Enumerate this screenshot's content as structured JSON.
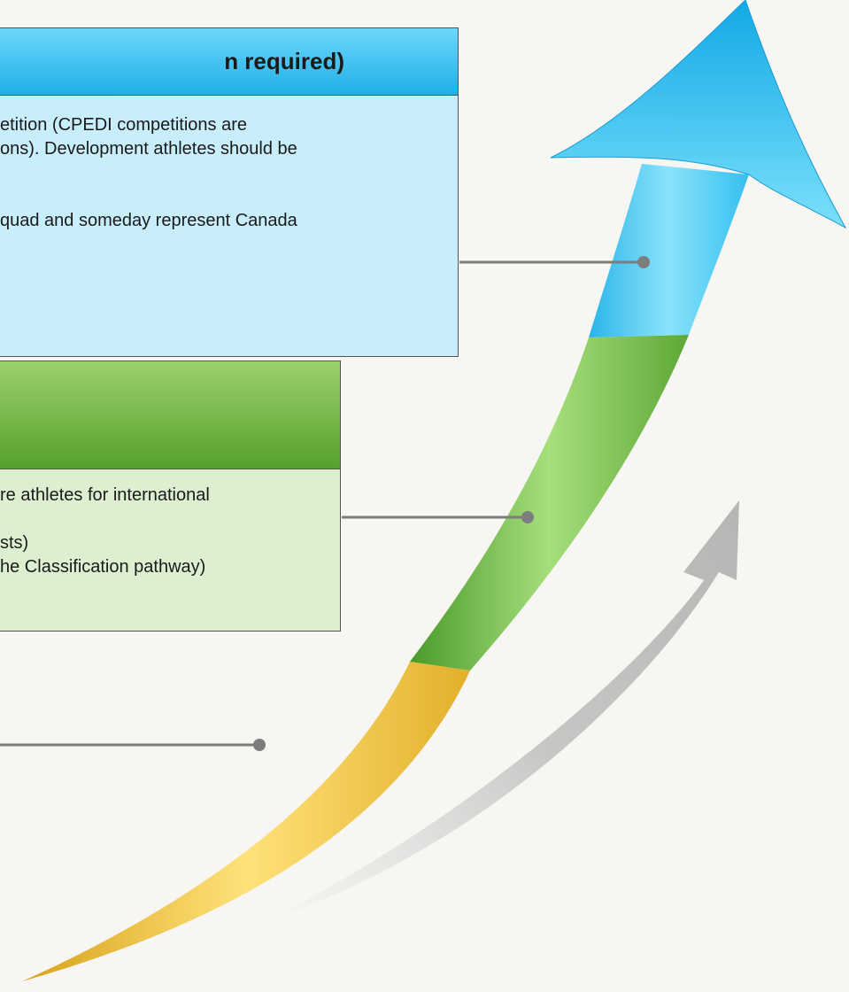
{
  "blue_panel": {
    "header": "n required)",
    "lines": [
      "etition (CPEDI competitions are",
      "ons). Development athletes should be",
      "",
      "",
      "quad and someday represent Canada"
    ]
  },
  "green_panel": {
    "header": "",
    "lines": [
      "re athletes for international",
      "",
      "sts)",
      "he Classification pathway)"
    ]
  },
  "colors": {
    "blue_stage": "#4fd0f7",
    "green_stage": "#7cc04a",
    "yellow_stage": "#f5c93a",
    "connector": "#7d7d7d",
    "background": "#f7f6f3"
  }
}
